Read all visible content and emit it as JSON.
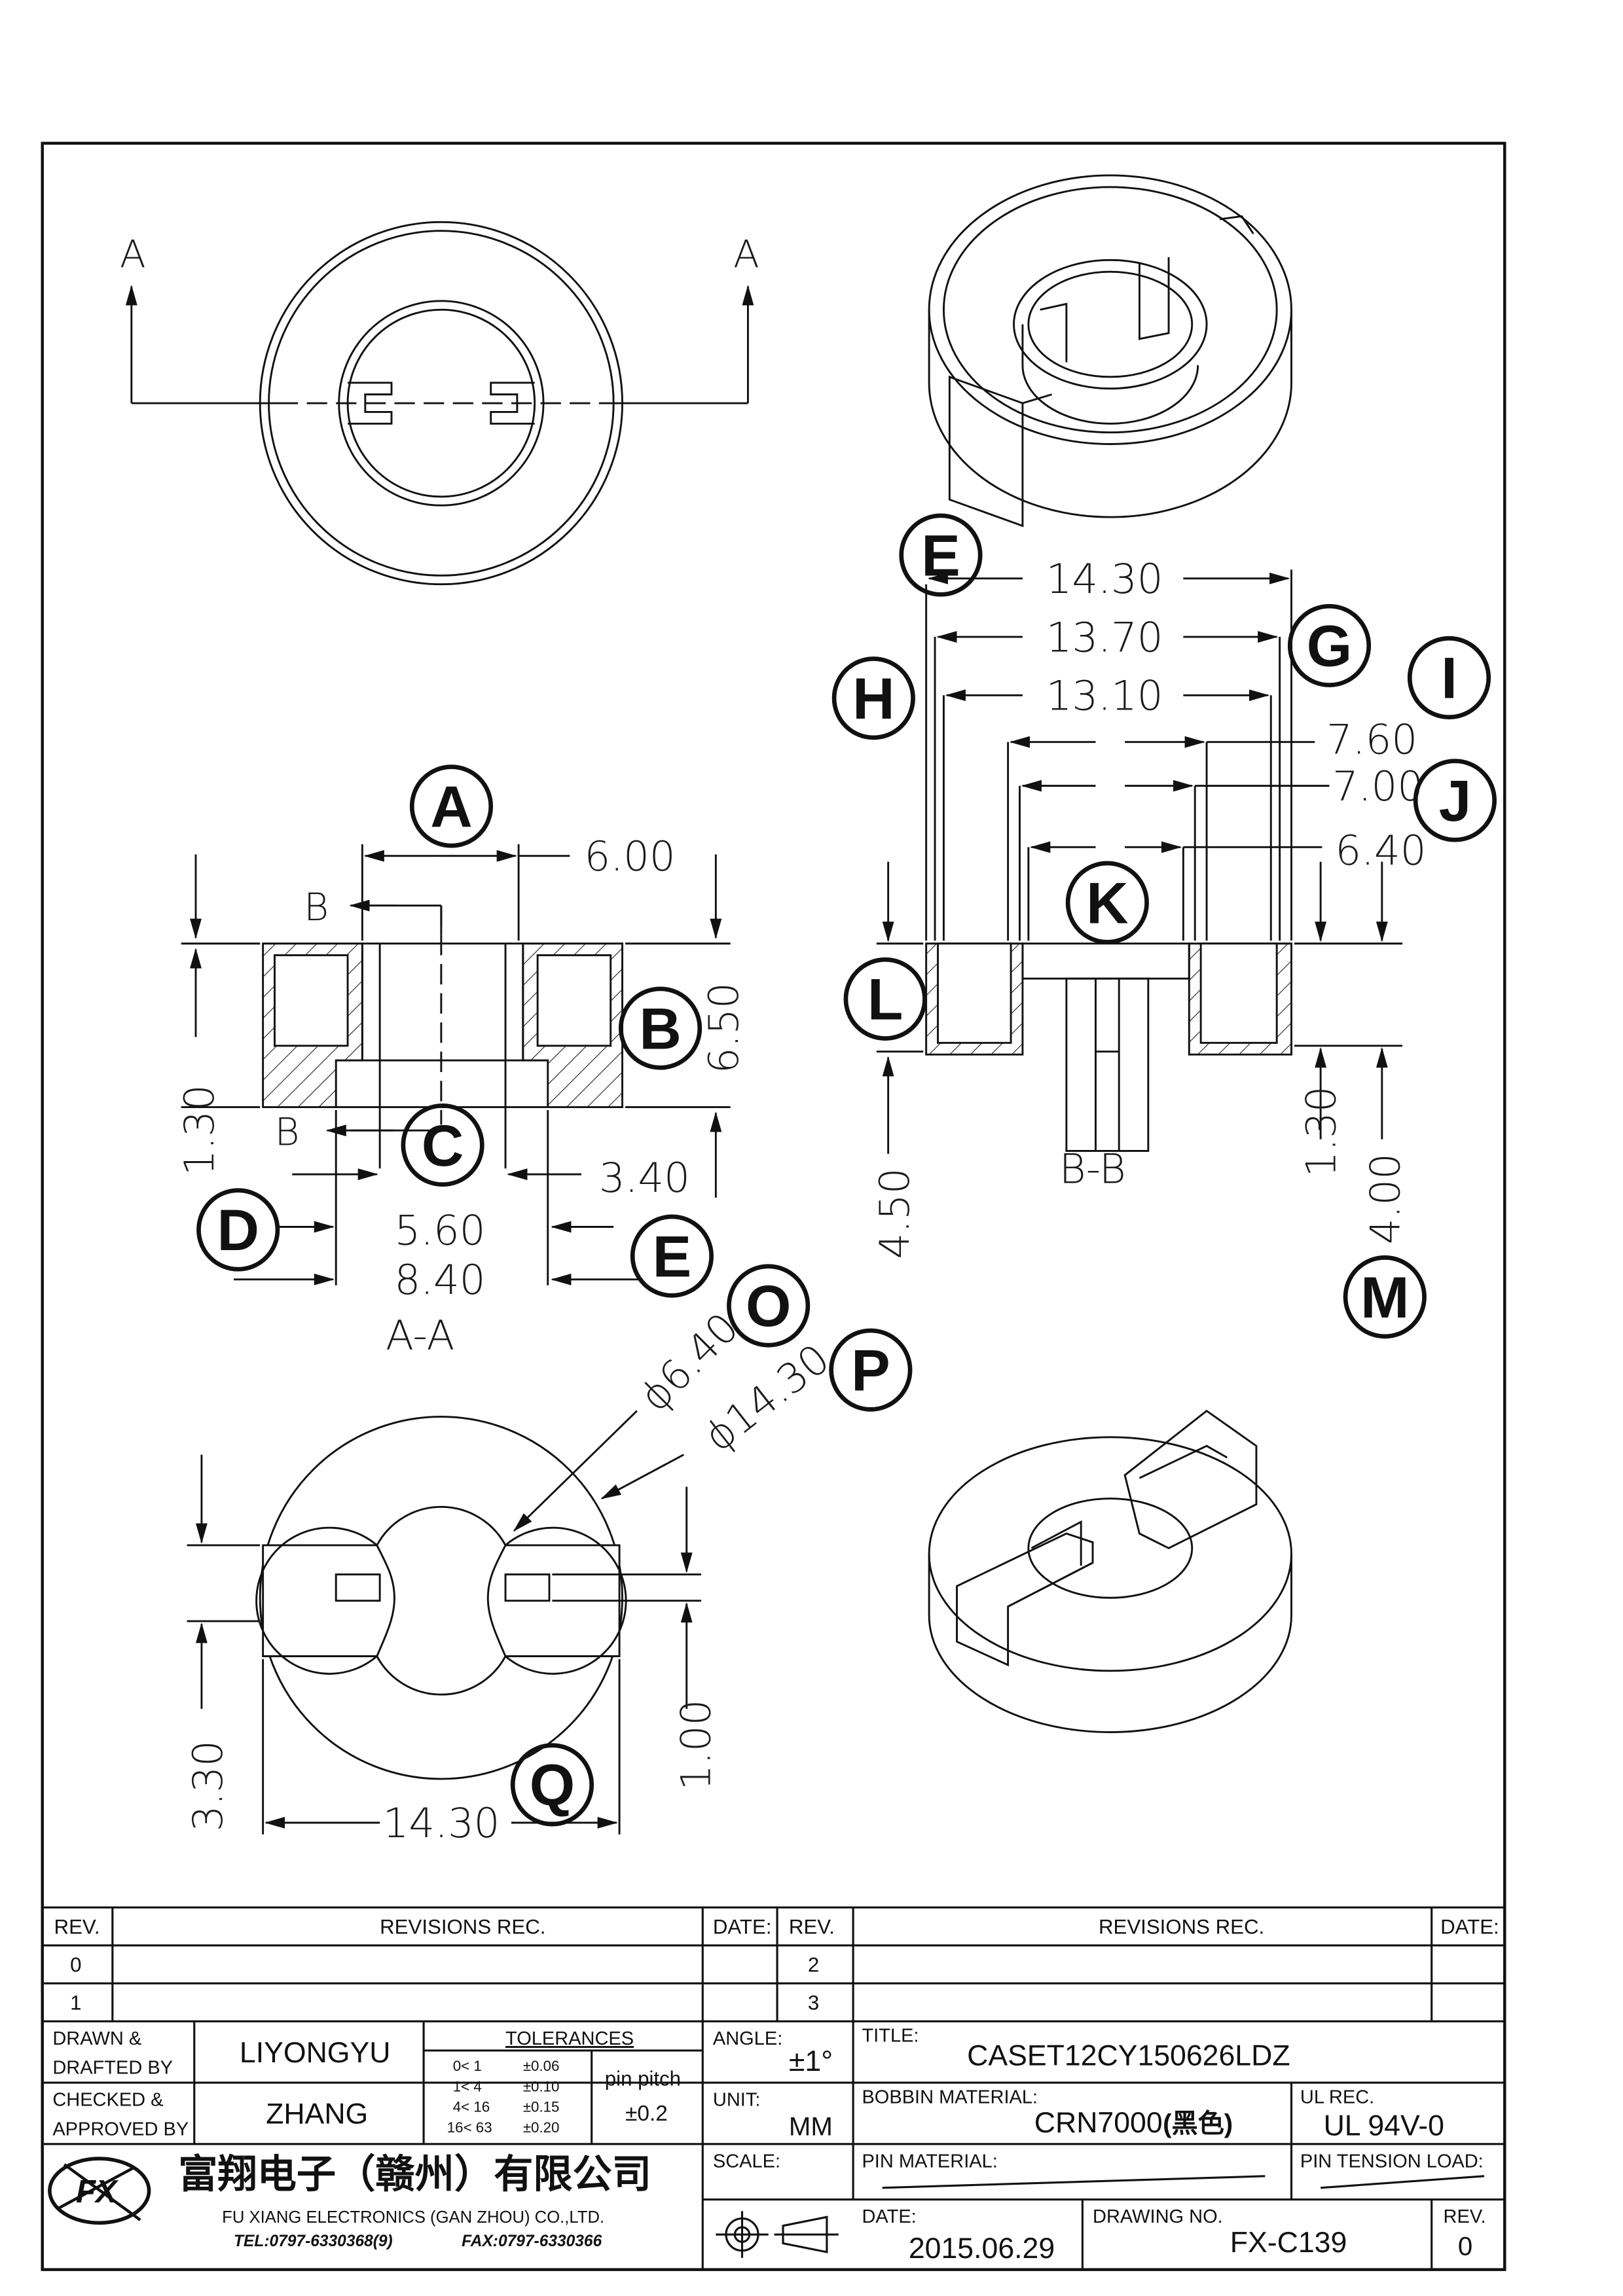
{
  "views": {
    "section_a": "A",
    "section_b": "B",
    "section_a_title": "A-A",
    "section_b_title": "B-B"
  },
  "dims": {
    "aa_top": "6.00",
    "aa_height": "6.50",
    "aa_base": "1.30",
    "aa_slot": "3.40",
    "aa_inner": "5.60",
    "aa_outer": "8.40",
    "bb_od": "14.30",
    "bb_d2": "13.70",
    "bb_d3": "13.10",
    "bb_d4": "7.60",
    "bb_d5": "7.00",
    "bb_d6": "6.40",
    "bb_total": "4.50",
    "bb_base": "1.30",
    "bb_height": "4.00",
    "bot_id": "ϕ6.40",
    "bot_od": "ϕ14.30",
    "bot_slot_h": "3.30",
    "bot_slot_w": "1.00",
    "bot_width": "14.30"
  },
  "callouts": {
    "A": "A",
    "B": "B",
    "C": "C",
    "D": "D",
    "E": "E",
    "E2": "E",
    "G": "G",
    "H": "H",
    "I": "I",
    "J": "J",
    "K": "K",
    "L": "L",
    "M": "M",
    "O": "O",
    "P": "P",
    "Q": "Q"
  },
  "title_block": {
    "rev_header": "REV.",
    "revisions_header": "REVISIONS   REC.",
    "date_header": "DATE:",
    "rev_rows_left": [
      "0",
      "1"
    ],
    "rev_rows_right": [
      "2",
      "3"
    ],
    "drawn_label_1": "DRAWN  &",
    "drawn_label_2": "DRAFTED  BY",
    "drawn_name": "LIYONGYU",
    "checked_label_1": "CHECKED  &",
    "checked_label_2": "APPROVED  BY",
    "checked_name": "ZHANG",
    "tolerances_title": "TOLERANCES",
    "tolerances": [
      {
        "range": "0<   1",
        "value": "±0.06"
      },
      {
        "range": "1<   4",
        "value": "±0.10"
      },
      {
        "range": "4<  16",
        "value": "±0.15"
      },
      {
        "range": "16<  63",
        "value": "±0.20"
      }
    ],
    "pin_pitch_label": "pin  pitch",
    "pin_pitch_value": "±0.2",
    "angle_label": "ANGLE:",
    "angle_value": "±1°",
    "unit_label": "UNIT:",
    "unit_value": "MM",
    "scale_label": "SCALE:",
    "title_label": "TITLE:",
    "title_value": "CASET12CY150626LDZ",
    "bobbin_label": "BOBBIN  MATERIAL:",
    "bobbin_value": "CRN7000",
    "bobbin_note": "(黑色)",
    "ul_label": "UL  REC.",
    "ul_value": "UL  94V-0",
    "pin_material_label": "PIN  MATERIAL:",
    "pin_tension_label": "PIN  TENSION  LOAD:",
    "date_label": "DATE:",
    "date_value": "2015.06.29",
    "drawing_no_label": "DRAWING  NO.",
    "drawing_no_value": "FX-C139",
    "rev_label": "REV.",
    "rev_value": "0",
    "company_cn": "富翔电子（赣州）有限公司",
    "company_en": "FU  XIANG  ELECTRONICS  (GAN  ZHOU)  CO.,LTD.",
    "tel": "TEL:0797-6330368(9)",
    "fax": "FAX:0797-6330366",
    "logo_text": "FX"
  }
}
